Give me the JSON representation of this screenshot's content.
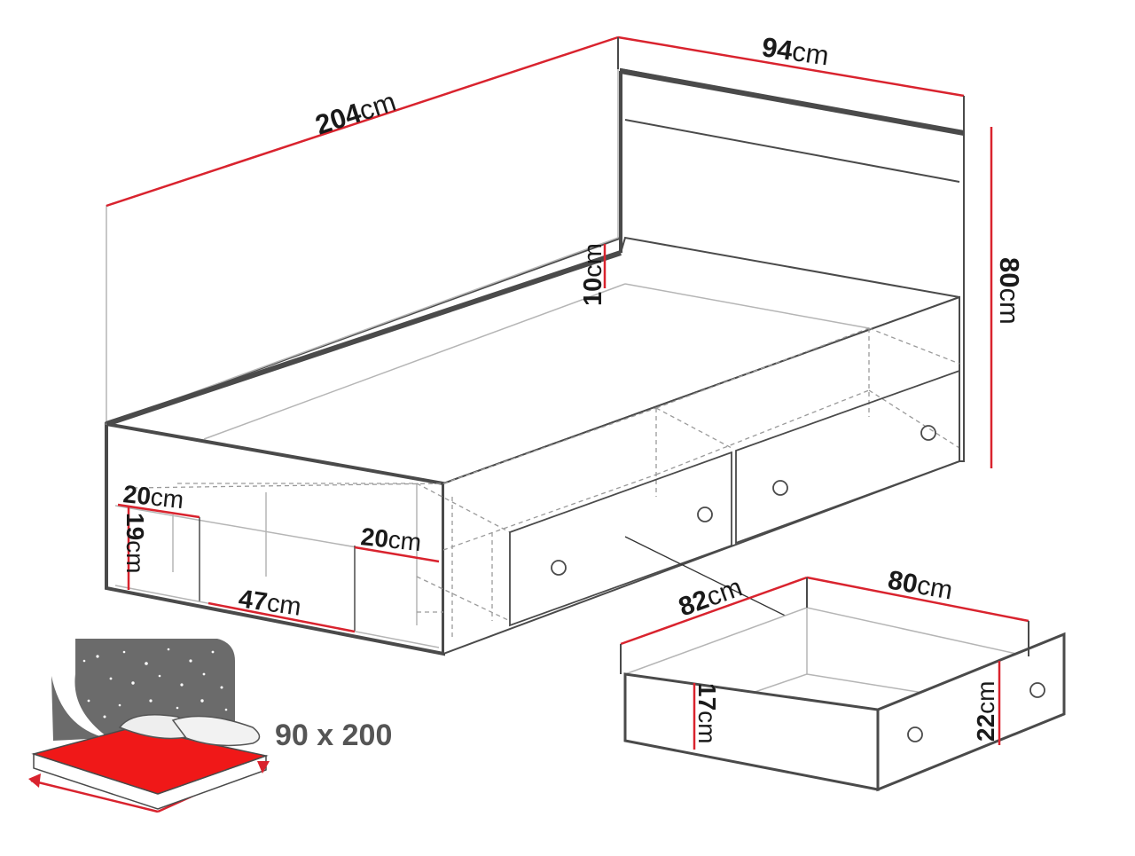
{
  "colors": {
    "dimension_line": "#d9232e",
    "outline": "#4a4a4a",
    "light_line": "#b5b5b5",
    "dashed_line": "#9a9a9a",
    "mattress_top": "#f01818",
    "night_sky": "#6b6b6b"
  },
  "dimensions": {
    "bed_length": {
      "value": "204",
      "unit": "cm"
    },
    "bed_width": {
      "value": "94",
      "unit": "cm"
    },
    "headboard_height": {
      "value": "80",
      "unit": "cm"
    },
    "side_rail_height": {
      "value": "10",
      "unit": "cm"
    },
    "shelf_depth_left": {
      "value": "20",
      "unit": "cm"
    },
    "shelf_height": {
      "value": "19",
      "unit": "cm"
    },
    "shelf_depth_right": {
      "value": "20",
      "unit": "cm"
    },
    "shelf_width": {
      "value": "47",
      "unit": "cm"
    },
    "drawer_depth": {
      "value": "82",
      "unit": "cm"
    },
    "drawer_width": {
      "value": "80",
      "unit": "cm"
    },
    "drawer_inner_height": {
      "value": "17",
      "unit": "cm"
    },
    "drawer_front_height": {
      "value": "22",
      "unit": "cm"
    }
  },
  "mattress": {
    "size_label": "90 x 200",
    "icon": "mattress-with-pillows-icon"
  }
}
